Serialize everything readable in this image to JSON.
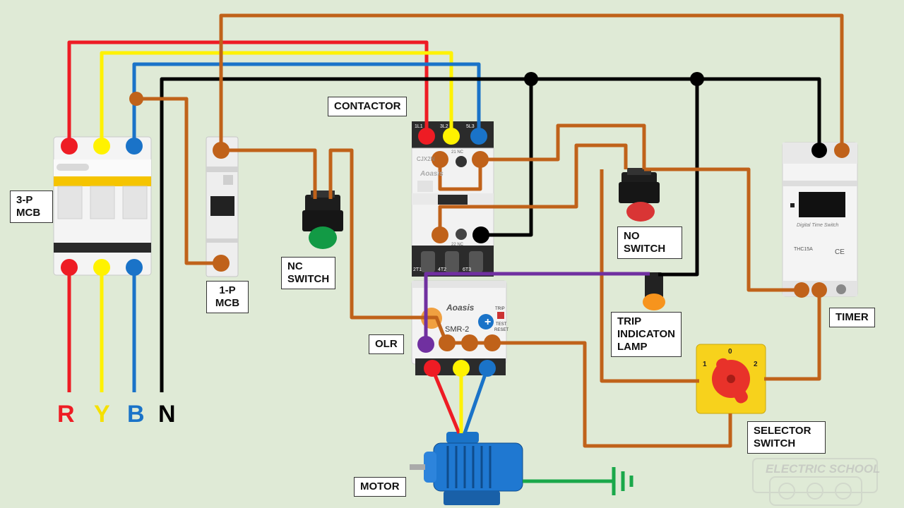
{
  "labels": {
    "mcb3": "3-P\nMCB",
    "mcb1": "1-P\nMCB",
    "contactor": "CONTACTOR",
    "nc_switch": "NC\nSWITCH",
    "no_switch": "NO\nSWITCH",
    "olr": "OLR",
    "trip_lamp": "TRIP\nINDICATON\nLAMP",
    "timer": "TIMER",
    "selector": "SELECTOR\nSWITCH",
    "motor": "MOTOR"
  },
  "phases": [
    "R",
    "Y",
    "B",
    "N"
  ],
  "device_text": {
    "contactor_model": "CJX2N",
    "contactor_brand": "Aoasis",
    "contactor_terminals": {
      "l1": "1L1",
      "l2": "3L2",
      "l3": "5L3",
      "nc": "21 NC",
      "no": "22 NC",
      "t1": "2T1",
      "t2": "4T2",
      "t3": "6T3"
    },
    "olr_brand": "Aoasis",
    "olr_model": "SMR-2",
    "olr_test": "TEST",
    "olr_reset": "RESET",
    "olr_trip": "TRIP",
    "timer_text": "Digital Time Switch",
    "timer_model": "THC15A",
    "timer_ce": "CE",
    "selector_positions": [
      "0",
      "1",
      "2"
    ]
  },
  "watermark": "ELECTRIC SCHOOL",
  "colors": {
    "background": "#dfead6",
    "r": "#ee1c24",
    "y": "#fff200",
    "b": "#1a73c8",
    "n": "#000000",
    "control": "#c0621a",
    "trip": "#7030a0",
    "earth": "#1aa84a"
  }
}
